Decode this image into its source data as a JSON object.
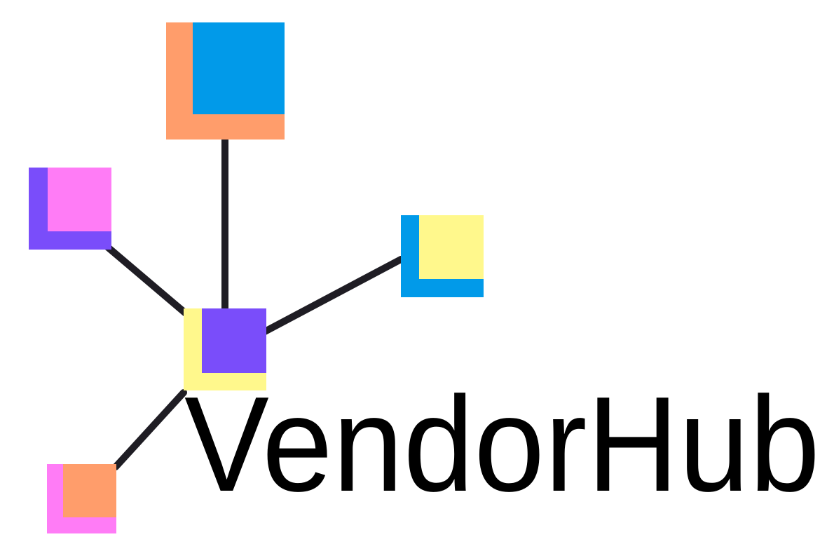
{
  "brand": {
    "name": "VendorHub"
  },
  "colors": {
    "background": "#ffffff",
    "connector": "#1f1d24",
    "text": "#000000",
    "blue": "#019ae9",
    "orange": "#ff9d6b",
    "pink": "#ff7cf6",
    "purple": "#7a4dfa",
    "yellow": "#fff88c"
  },
  "nodes": [
    {
      "name": "top-node",
      "back_color": "orange",
      "front_color": "blue"
    },
    {
      "name": "left-node",
      "back_color": "purple",
      "front_color": "pink"
    },
    {
      "name": "right-node",
      "back_color": "blue",
      "front_color": "yellow"
    },
    {
      "name": "center-node",
      "back_color": "yellow",
      "front_color": "purple"
    },
    {
      "name": "bottom-left-node",
      "back_color": "pink",
      "front_color": "orange"
    }
  ]
}
